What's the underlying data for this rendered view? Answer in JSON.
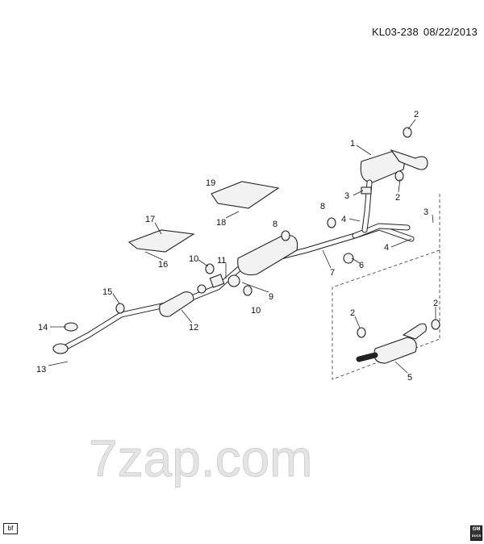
{
  "header": {
    "code": "KL03-238",
    "date": "08/22/2013"
  },
  "watermark": "7zap.com",
  "footer": {
    "left_tag": "bf",
    "logo_top": "GM",
    "logo_bottom": "DOCS"
  },
  "callouts": [
    "1",
    "2",
    "2",
    "3",
    "8",
    "4",
    "3",
    "4",
    "6",
    "7",
    "8",
    "19",
    "18",
    "17",
    "16",
    "10",
    "11",
    "9",
    "10",
    "15",
    "12",
    "14",
    "13",
    "2",
    "2",
    "5"
  ]
}
